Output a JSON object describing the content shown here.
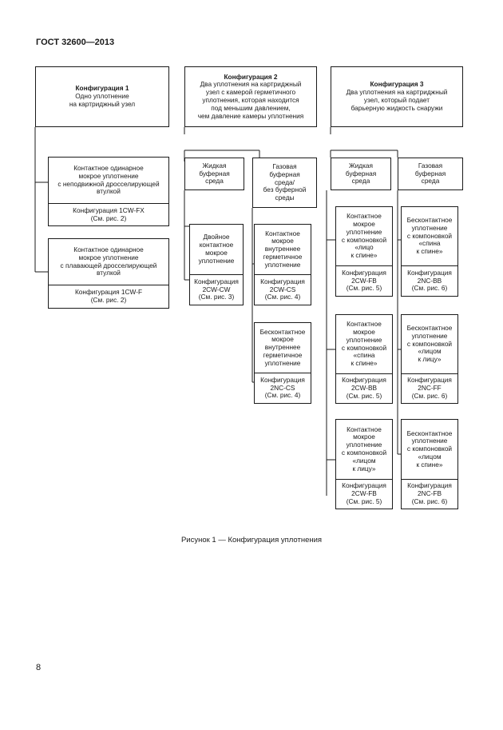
{
  "header": "ГОСТ 32600—2013",
  "page_number": "8",
  "caption": "Рисунок 1 — Конфигурация уплотнения",
  "config1": {
    "title": "Конфигурация 1",
    "desc": "Одно уплотнение\nна картриджный узел",
    "box_a": {
      "top": "Контактное одинарное\nмокрое уплотнение\nс неподвижной дросселирующей\nвтулкой",
      "bottom": "Конфигурация 1CW-FX\n(См. рис. 2)"
    },
    "box_b": {
      "top": "Контактное одинарное\nмокрое уплотнение\nс плавающей дросселирующей\nвтулкой",
      "bottom": "Конфигурация 1CW-F\n(См. рис. 2)"
    }
  },
  "config2": {
    "title": "Конфигурация 2",
    "desc": "Два уплотнения на картриджный\nузел с камерой герметичного\nуплотнения, которая находится\nпод меньшим давлением,\nчем давление камеры уплотнения",
    "liquid": "Жидкая\nбуферная\nсреда",
    "gas": "Газовая\nбуферная\nсреда/\nбез буферной\nсреды",
    "cw_cw": {
      "top": "Двойное\nконтактное\nмокрое\nуплотнение",
      "bottom": "Конфигурация\n2CW-CW\n(См. рис. 3)"
    },
    "cw_cs": {
      "top": "Контактное\nмокрое\nвнутреннее\nгерметичное\nуплотнение",
      "bottom": "Конфигурация\n2CW-CS\n(См. рис. 4)"
    },
    "nc_cs": {
      "top": "Бесконтактное\nмокрое\nвнутреннее\nгерметичное\nуплотнение",
      "bottom": "Конфигурация\n2NC-CS\n(См. рис. 4)"
    }
  },
  "config3": {
    "title": "Конфигурация 3",
    "desc": "Два уплотнения на картриджный\nузел, который подает\nбарьерную жидкость снаружи",
    "liquid": "Жидкая\nбуферная\nсреда",
    "gas": "Газовая\nбуферная\nсреда",
    "cw_fb": {
      "top": "Контактное\nмокрое\nуплотнение\nс компоновкой\n«лицо\nк спине»",
      "bottom": "Конфигурация\n2CW-FB\n(См. рис. 5)"
    },
    "nc_bb": {
      "top": "Бесконтактное\nуплотнение\nс компоновкой\n«спина\nк спине»",
      "bottom": "Конфигурация\n2NC-BB\n(См. рис. 6)"
    },
    "cw_bb": {
      "top": "Контактное\nмокрое\nуплотнение\nс компоновкой\n«спина\nк спине»",
      "bottom": "Конфигурация\n2CW-BB\n(См. рис. 5)"
    },
    "nc_ff": {
      "top": "Бесконтактное\nуплотнение\nс компоновкой\n«лицом\nк лицу»",
      "bottom": "Конфигурация\n2NC-FF\n(См. рис. 6)"
    },
    "cw_fb2": {
      "top": "Контактное\nмокрое\nуплотнение\nс компоновкой\n«лицом\nк лицу»",
      "bottom": "Конфигурация\n2CW-FB\n(См. рис. 5)"
    },
    "nc_fb": {
      "top": "Бесконтактное\nуплотнение\nс компоновкой\n«лицом\nк спине»",
      "bottom": "Конфигурация\n2NC-FB\n(См. рис. 6)"
    }
  }
}
